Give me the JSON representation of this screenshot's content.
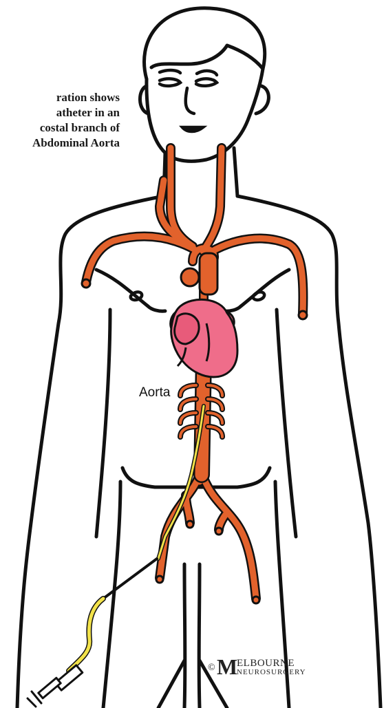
{
  "caption": {
    "lines": [
      "ration shows",
      "atheter in an",
      "costal branch of",
      "Abdominal Aorta"
    ]
  },
  "labels": {
    "aorta": "Aorta"
  },
  "logo": {
    "copyright": "©",
    "initial": "M",
    "word1": "ELBOURNE",
    "word2": "NEUROSURGERY"
  },
  "colors": {
    "artery": "#e2622c",
    "heart": "#ef6d8a",
    "outline": "#111111",
    "catheter": "#f2e24a",
    "background": "#ffffff"
  }
}
